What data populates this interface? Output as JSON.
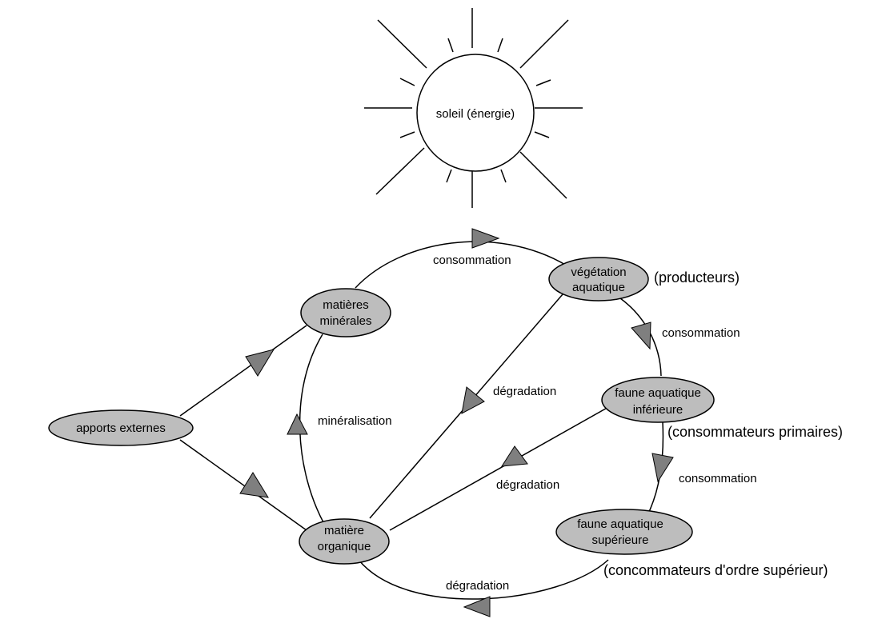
{
  "sun": {
    "label": "soleil (énergie)"
  },
  "nodes": {
    "apports": "apports externes",
    "mineral_1": "matières",
    "mineral_2": "minérales",
    "vegetation_1": "végétation",
    "vegetation_2": "aquatique",
    "faune_inf_1": "faune aquatique",
    "faune_inf_2": "inférieure",
    "faune_sup_1": "faune aquatique",
    "faune_sup_2": "supérieure",
    "organique_1": "matière",
    "organique_2": "organique"
  },
  "edges": {
    "consommation_top": "consommation",
    "consommation_right1": "consommation",
    "consommation_right2": "consommation",
    "degradation_center": "dégradation",
    "degradation_mid": "dégradation",
    "degradation_bottom": "dégradation",
    "mineralisation": "minéralisation"
  },
  "notes": {
    "producteurs": "(producteurs)",
    "consommateurs_primaires": "(consommateurs primaires)",
    "consommateurs_superieurs": "(concommateurs d'ordre supérieur)"
  }
}
